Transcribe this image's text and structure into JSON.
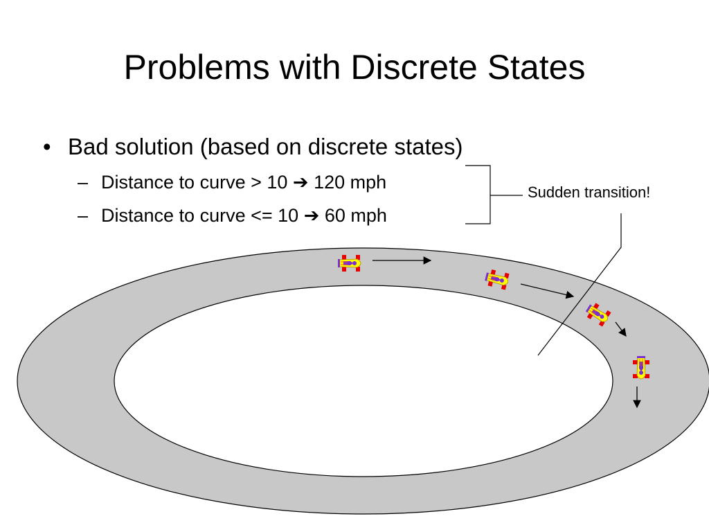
{
  "slide": {
    "title": "Problems with Discrete States",
    "bullet": {
      "marker": "•",
      "text": "Bad solution (based on discrete states)",
      "sub_items": [
        {
          "marker": "–",
          "prefix": "Distance to curve > 10",
          "arrow": "➔",
          "result": "120 mph"
        },
        {
          "marker": "–",
          "prefix": "Distance to curve <= 10",
          "arrow": "➔",
          "result": "60 mph"
        }
      ]
    },
    "callout": "Sudden transition!"
  },
  "colors": {
    "track": "#c8c8c8",
    "car_body": "#ffff00",
    "car_wheels": "#e60000",
    "car_trim": "#7a2fd0"
  },
  "icons": [
    "car-icon",
    "motion-arrow-icon",
    "bracket-icon"
  ]
}
